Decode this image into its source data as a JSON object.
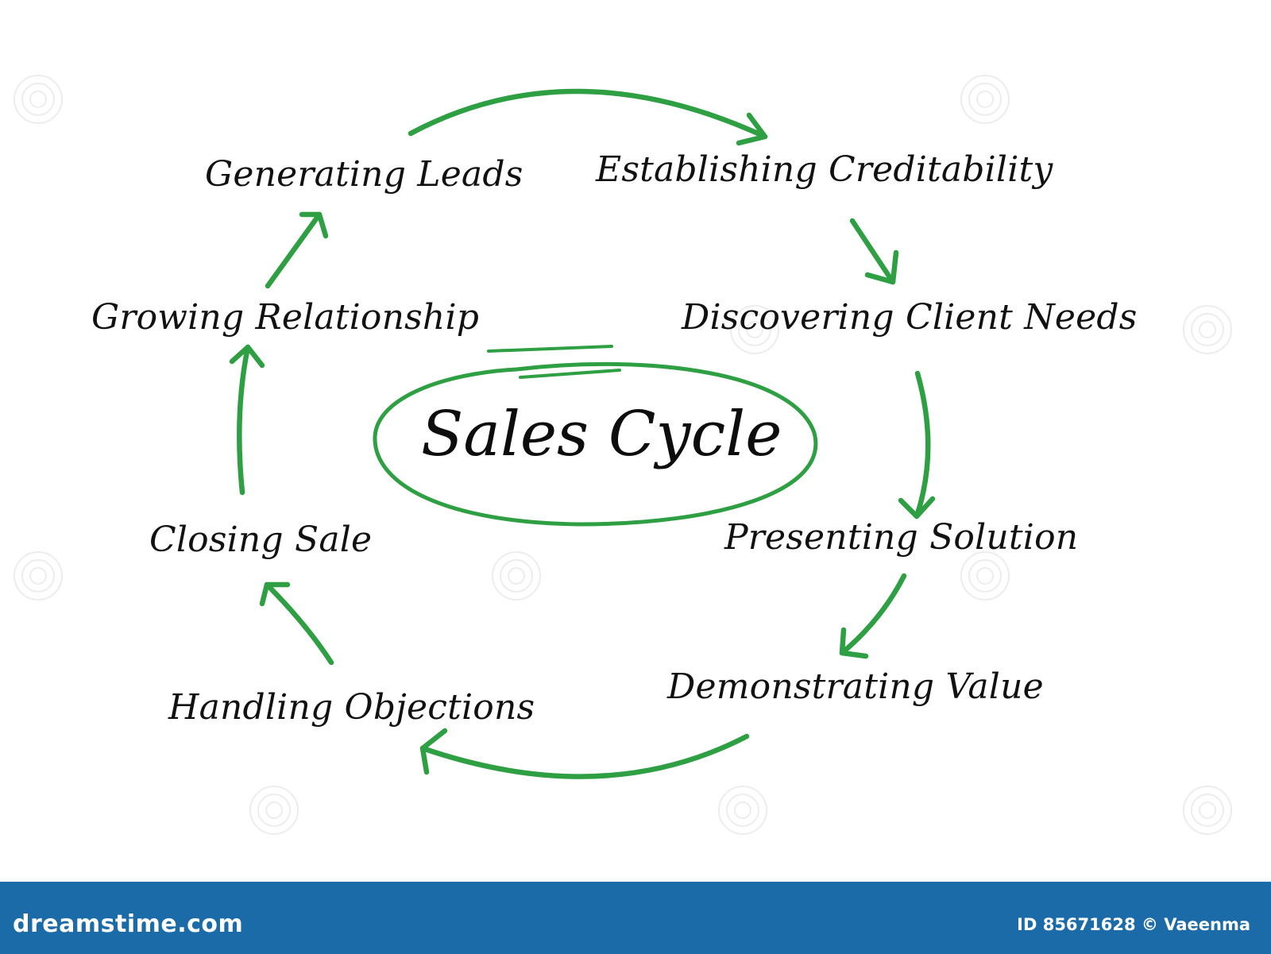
{
  "diagram": {
    "title": "Sales Cycle",
    "accent_color": "#2ea043",
    "steps": [
      {
        "label": "Generating Leads"
      },
      {
        "label": "Establishing Creditability"
      },
      {
        "label": "Discovering Client Needs"
      },
      {
        "label": "Presenting Solution"
      },
      {
        "label": "Demonstrating Value"
      },
      {
        "label": "Handling Objections"
      },
      {
        "label": "Closing Sale"
      },
      {
        "label": "Growing Relationship"
      }
    ]
  },
  "footer": {
    "brand": "dreamstime.com",
    "credit": "ID 85671628 © Vaeenma",
    "background_color": "#1a6ba8"
  }
}
